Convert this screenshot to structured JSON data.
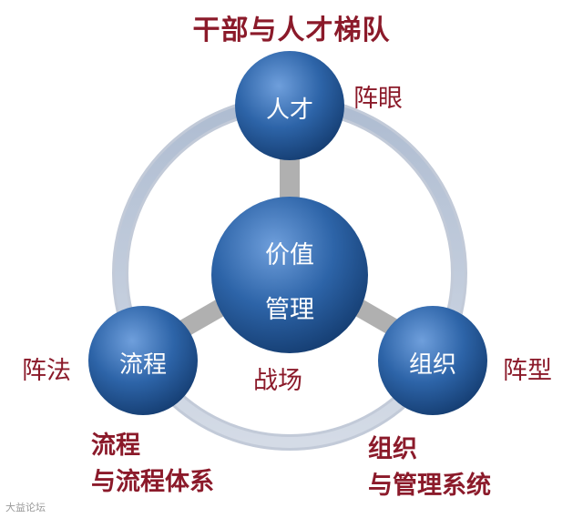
{
  "title": "干部与人才梯队",
  "center": {
    "line1": "价值",
    "line2": "管理"
  },
  "center_caption": "战场",
  "nodes": {
    "top": {
      "label": "人才",
      "side_label": "阵眼"
    },
    "left": {
      "label": "流程",
      "side_label": "阵法"
    },
    "right": {
      "label": "组织",
      "side_label": "阵型"
    }
  },
  "bottom_left": {
    "line1": "流程",
    "line2": "与流程体系"
  },
  "bottom_right": {
    "line1": "组织",
    "line2": "与管理系统"
  },
  "watermark": "大益论坛",
  "colors": {
    "title": "#8b1a2a",
    "node_fill": "#2d64a8",
    "ring": "#b9c7d8",
    "connector": "#b0b0b0"
  }
}
